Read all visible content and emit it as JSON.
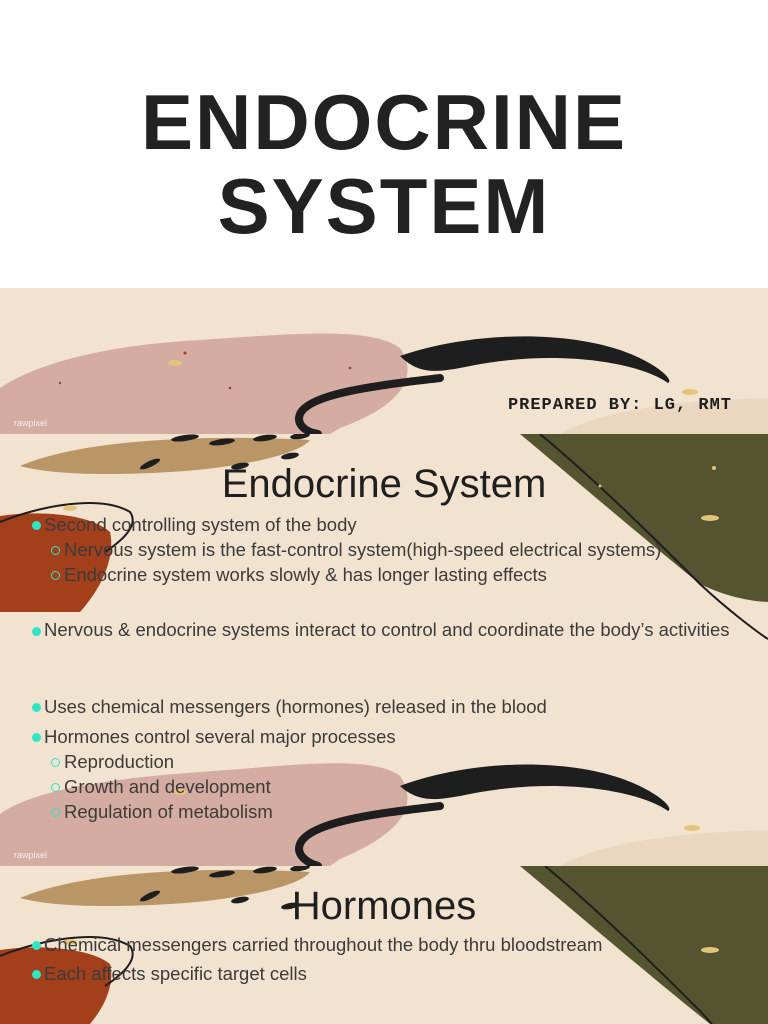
{
  "title_slide": {
    "title_line1": "ENDOCRINE",
    "title_line2": "SYSTEM"
  },
  "prepared_slide": {
    "prepared_by": "PREPARED BY: LG, RMT",
    "watermark": "rawpixel"
  },
  "slide2": {
    "heading": "Endocrine System",
    "watermark": "rawpixel",
    "bullets": [
      "Second controlling system of the body",
      "Nervous system is the fast-control system(high-speed electrical systems)",
      "Endocrine system works slowly & has longer lasting effects",
      "Nervous & endocrine systems interact to control and coordinate the body’s activities",
      "Uses chemical messengers (hormones) released in the blood",
      "Hormones control several major processes",
      "Reproduction",
      "Growth and development",
      "Regulation of metabolism"
    ]
  },
  "slide3": {
    "heading": "Hormones",
    "bullets": [
      "Chemical messengers carried throughout the body thru bloodstream",
      "Each affects specific target cells"
    ]
  },
  "colors": {
    "background": "#f1e3cf",
    "blush": "#d5aca1",
    "olive": "#545530",
    "rust": "#a3401b",
    "ochre": "#b48c5a",
    "ink": "#1e1e1e",
    "bullet": "#2ee6c4"
  }
}
